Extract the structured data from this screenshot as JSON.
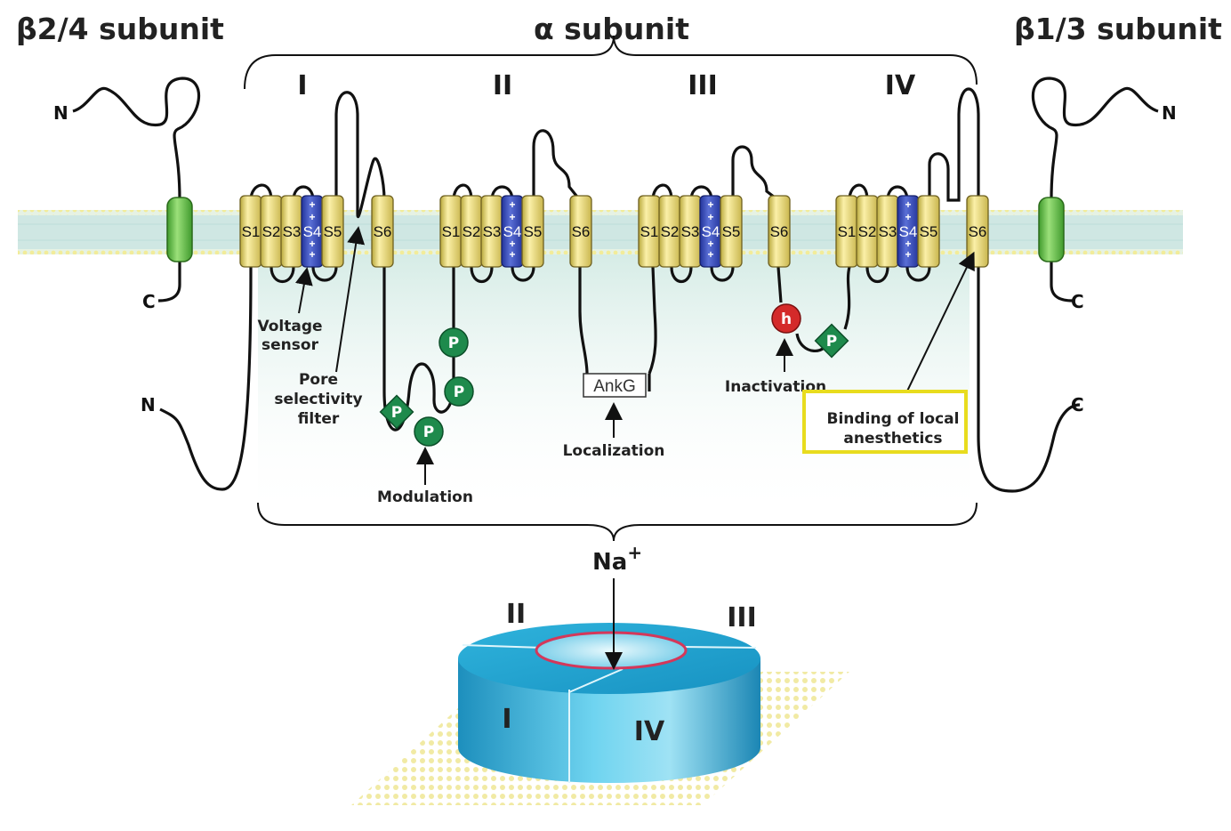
{
  "titles": {
    "left": "β2/4 subunit",
    "center": "α subunit",
    "right": "β1/3 subunit"
  },
  "domains": [
    "I",
    "II",
    "III",
    "IV"
  ],
  "segments": [
    "S1",
    "S2",
    "S3",
    "S4",
    "S5",
    "S6"
  ],
  "s4_charge": "+",
  "termini": {
    "left_beta_n": "N",
    "left_beta_c": "C",
    "alpha_n": "N",
    "alpha_c": "C",
    "right_beta_n": "N",
    "right_beta_c": "C"
  },
  "labels": {
    "voltage_sensor_1": "Voltage",
    "voltage_sensor_2": "sensor",
    "pore_1": "Pore",
    "pore_2": "selectivity",
    "pore_3": "filter",
    "modulation": "Modulation",
    "ankg": "AnkG",
    "localization": "Localization",
    "inactivation": "Inactivation",
    "local_anesthetics_1": "Binding of local",
    "local_anesthetics_2": "anesthetics",
    "phospho": "P",
    "inactivation_gate": "h",
    "sodium": "Na",
    "sodium_charge": "+"
  },
  "channel_3d": {
    "top_left": "II",
    "top_right": "III",
    "front_left": "I",
    "front_right": "IV"
  },
  "colors": {
    "helix": "#e8d77a",
    "s4": "#3b4fb8",
    "beta_helix": "#6cbf4a",
    "phospho": "#1e8a4c",
    "inactivation": "#d42a2a",
    "highlight_box": "#e8dc1e",
    "channel": "#2fb0d6",
    "membrane": "#dfeccb"
  }
}
